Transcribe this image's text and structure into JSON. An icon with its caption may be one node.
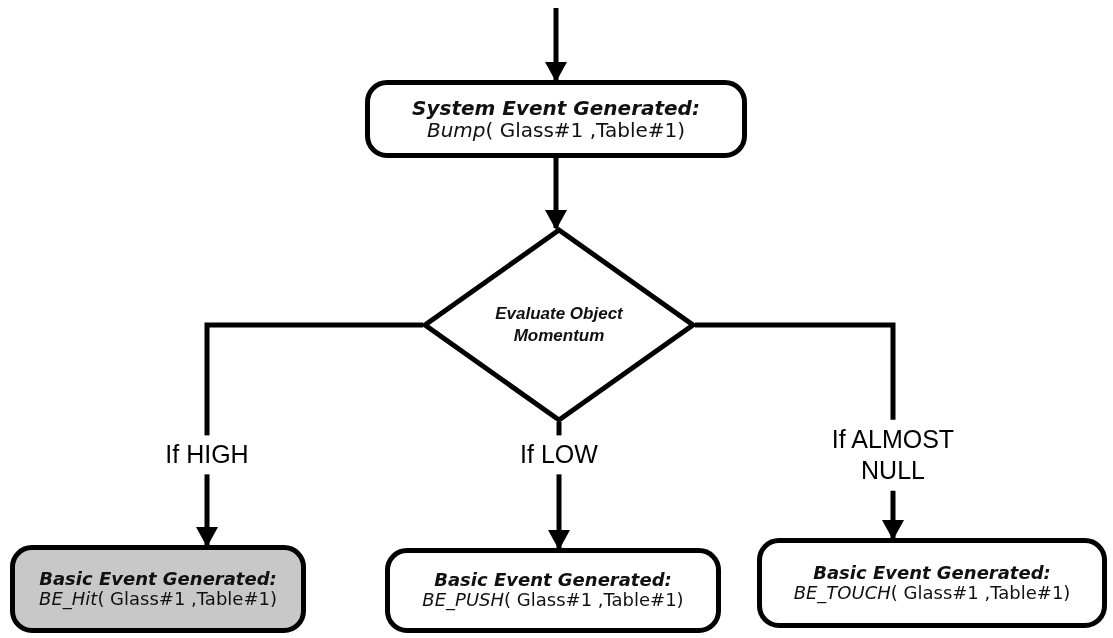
{
  "diagram": {
    "nodes": [
      {
        "text": [
          "System Event Generated:",
          "*Bump*( Glass#1 ,Table#1)"
        ]
      },
      {
        "text": [
          "Evaluate Object Momentum"
        ]
      },
      {
        "text": [
          "Basic Event Generated:",
          "*BE_Hit*( Glass#1 ,Table#1)"
        ]
      },
      {
        "text": [
          "Basic Event Generated:",
          "*BE_PUSH*( Glass#1 ,Table#1)"
        ]
      },
      {
        "text": [
          "Basic Event Generated:",
          "*BE_TOUCH*( Glass#1 ,Table#1)"
        ]
      }
    ],
    "edges": [
      {
        "from": null,
        "to": 0,
        "arrow": "to"
      },
      {
        "from": 0,
        "to": 1,
        "arrow": "to"
      },
      {
        "from": 1,
        "to": 2,
        "arrow": "to",
        "label": "If HIGH"
      },
      {
        "from": 1,
        "to": 3,
        "arrow": "to",
        "label": "If LOW"
      },
      {
        "from": 1,
        "to": 4,
        "arrow": "to",
        "label": "If ALMOST NULL"
      }
    ]
  }
}
